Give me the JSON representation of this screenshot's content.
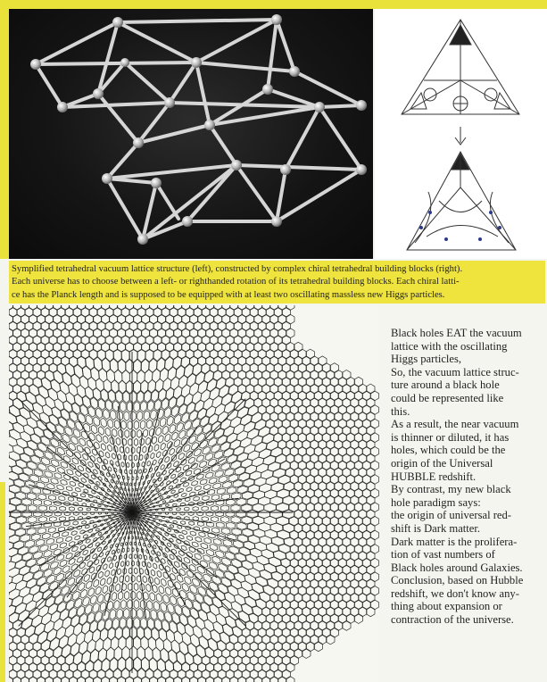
{
  "caption": {
    "line1": "Symplified tetrahedral vacuum lattice structure (left), constructed by complex chiral tetrahedral building blocks (right).",
    "line2": "Each universe has to choose between a left- or righthanded rotation of its tetrahedral building blocks. Each chiral latti-",
    "line3": "ce has the Planck length and is supposed to be equipped with at least two oscillating massless new Higgs particles."
  },
  "article": {
    "lines": [
      "Black holes EAT the vacuum",
      "lattice with the oscillating",
      "Higgs particles,",
      "So, the vacuum lattice struc-",
      "ture around a black hole",
      "could be represented like",
      "this.",
      "As a result, the near vacuum",
      "is thinner or diluted, it has",
      "holes, which could be the",
      "origin of the  Universal",
      "HUBBLE redshift.",
      "By contrast, my new black",
      "hole paradigm says:",
      "the origin of universal red-",
      "shift is Dark matter.",
      "Dark matter is the prolifera-",
      "tion of vast numbers of",
      "Black holes around Galaxies.",
      "Conclusion, based on Hubble",
      "redshift, we don't know any-",
      "thing about expansion or",
      "contraction of the universe."
    ]
  },
  "colors": {
    "accent_yellow": "#e8e23a",
    "caption_yellow": "#efe43e",
    "photo_background": "#151515"
  }
}
